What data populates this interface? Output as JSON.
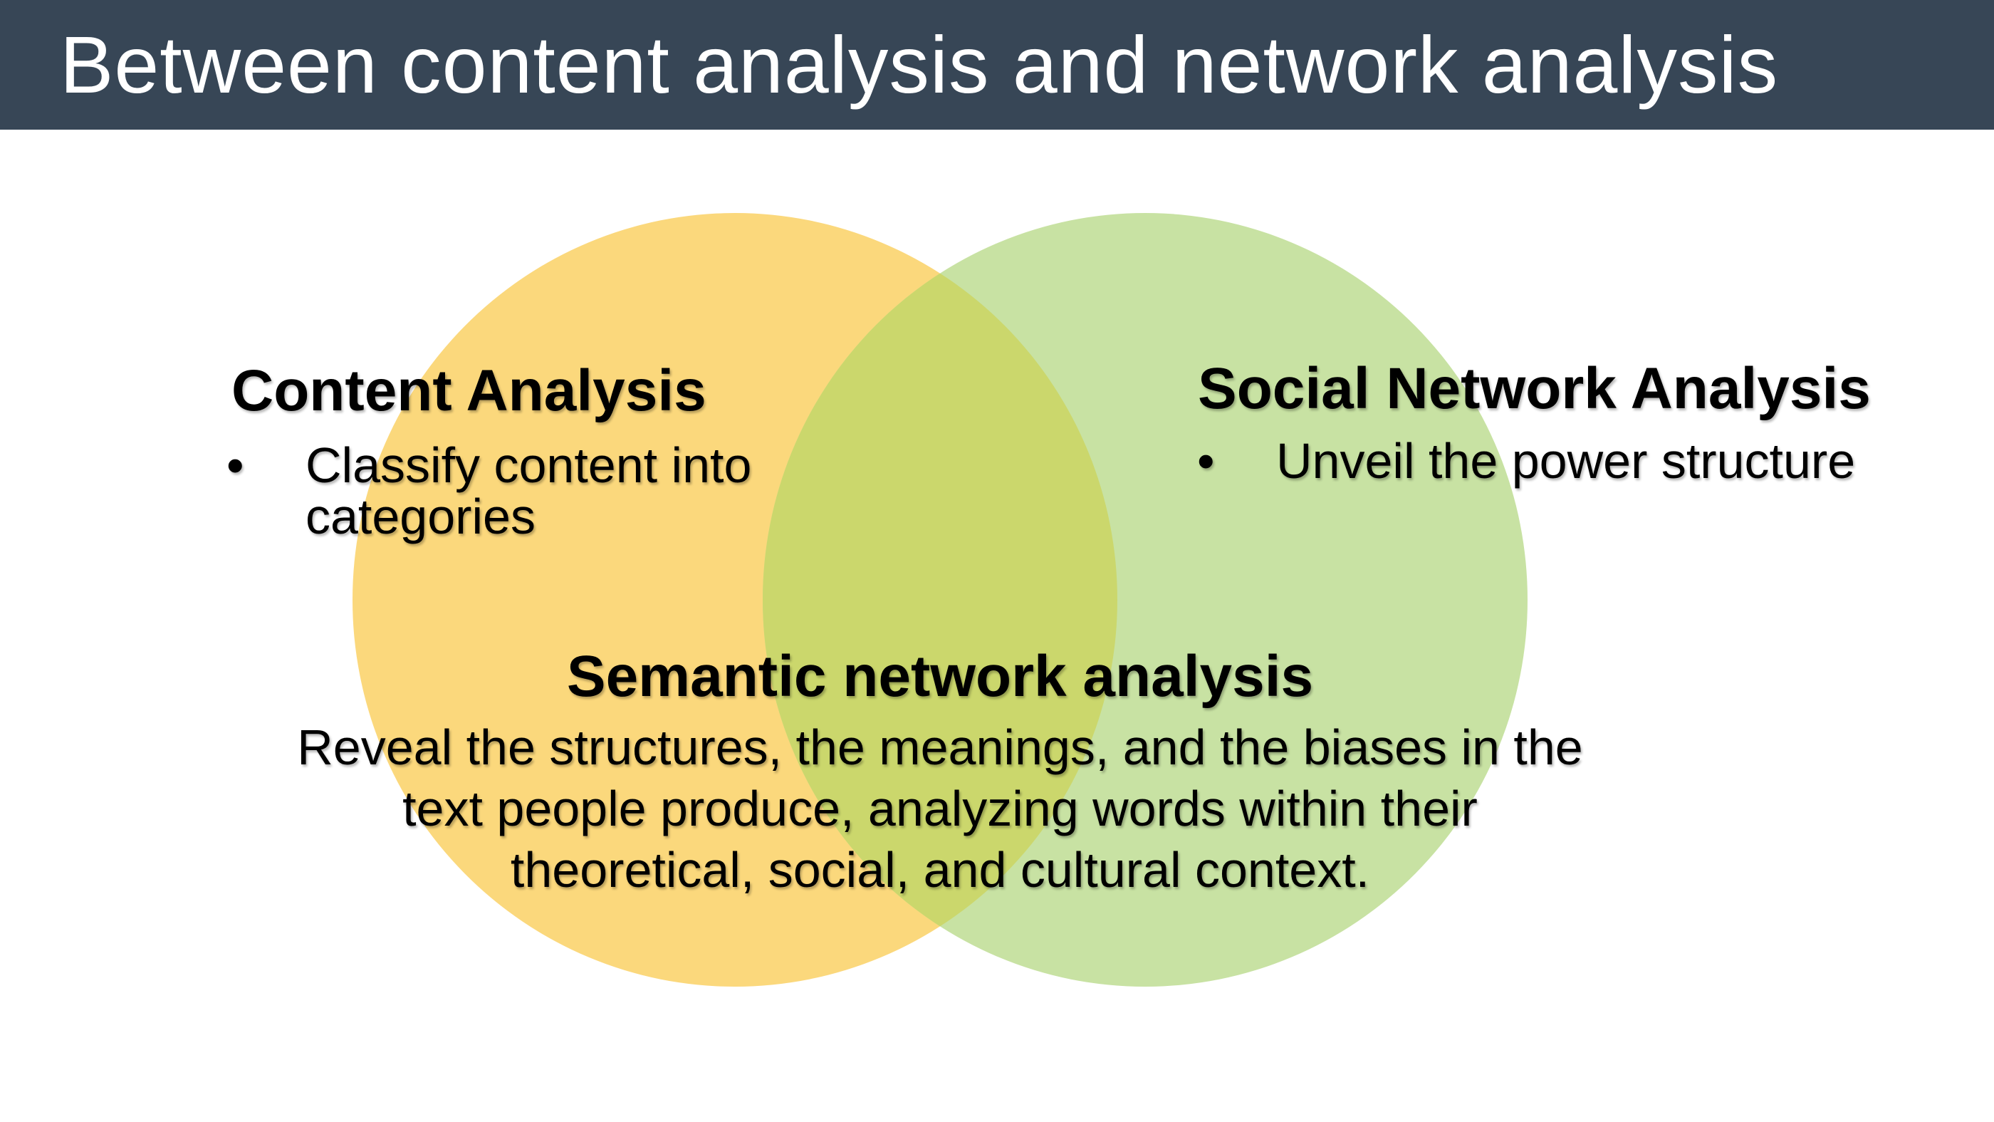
{
  "slide": {
    "header": {
      "title": "Between content analysis and network analysis",
      "bg_color": "#374656",
      "text_color": "#ffffff"
    },
    "venn": {
      "bullet_char": "•",
      "colors": {
        "left_circle": "#FBD87C",
        "right_circle": "#C8E2A3",
        "overlap": "#CBD76C"
      },
      "left": {
        "heading": "Content Analysis",
        "bullet": "Classify content into\ncategories"
      },
      "right": {
        "heading": "Social Network Analysis",
        "bullet": "Unveil the power structure"
      },
      "center": {
        "heading": "Semantic network analysis",
        "description": "Reveal the structures, the meanings, and the biases in the\ntext people produce, analyzing words within their\ntheoretical, social, and cultural context."
      }
    }
  }
}
